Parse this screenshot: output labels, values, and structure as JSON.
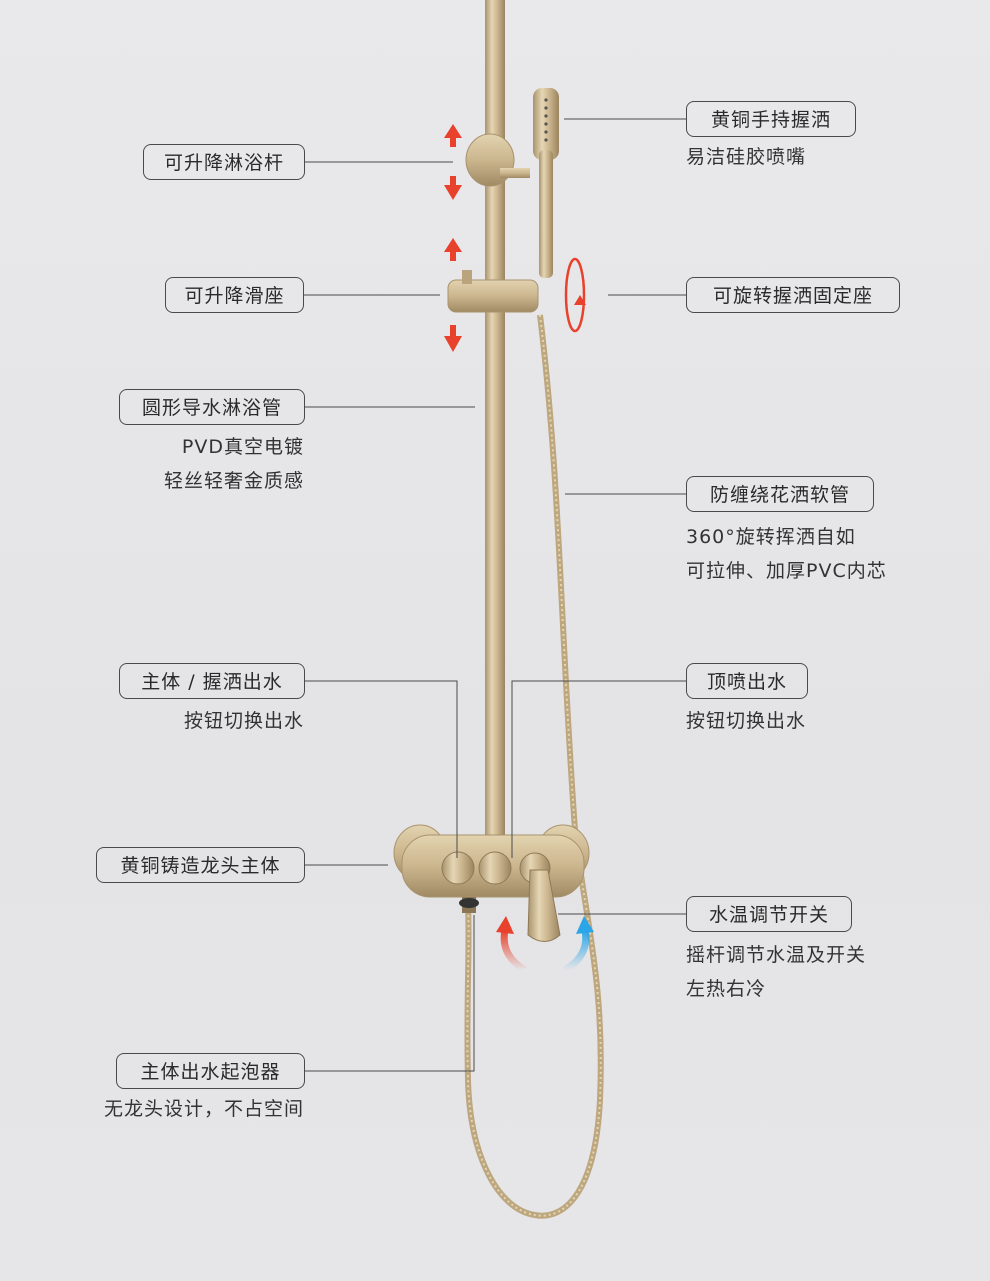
{
  "labels": {
    "lift_bar": "可升降淋浴杆",
    "handheld": "黄铜手持握洒",
    "handheld_sub": "易洁硅胶喷嘴",
    "lift_slider": "可升降滑座",
    "rotating_holder": "可旋转握洒固定座",
    "round_pipe": "圆形导水淋浴管",
    "round_pipe_sub1": "PVD真空电镀",
    "round_pipe_sub2": "轻丝轻奢金质感",
    "hose": "防缠绕花洒软管",
    "hose_sub1": "360°旋转挥洒自如",
    "hose_sub2": "可拉伸、加厚PVC内芯",
    "body_outlet": "主体 / 握洒出水",
    "body_outlet_sub": "按钮切换出水",
    "top_spray": "顶喷出水",
    "top_spray_sub": "按钮切换出水",
    "brass_body": "黄铜铸造龙头主体",
    "temp_switch": "水温调节开关",
    "temp_switch_sub1": "摇杆调节水温及开关",
    "temp_switch_sub2": "左热右冷",
    "aerator": "主体出水起泡器",
    "aerator_sub": "无龙头设计，不占空间"
  },
  "colors": {
    "background": "#e6e6e8",
    "gold": "#cdb891",
    "gold_dark": "#a8936d",
    "arrow_red": "#e8412c",
    "arrow_blue": "#2aa5e8",
    "line": "#4a4a4a"
  },
  "icons": [
    "up-down-arrow-icon",
    "rotate-arrow-icon",
    "hot-arrow-icon",
    "cold-arrow-icon"
  ]
}
